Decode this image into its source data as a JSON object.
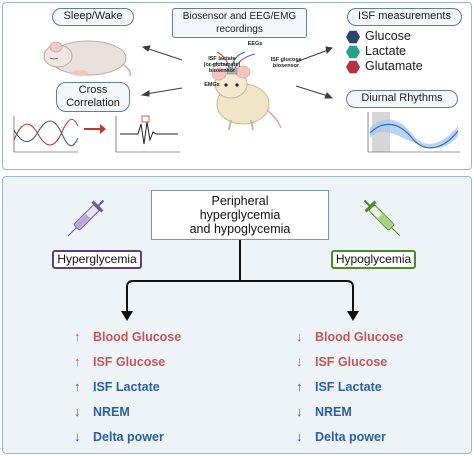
{
  "top": {
    "sleep_wake": "Sleep/Wake",
    "cross_correlation_line1": "Cross",
    "cross_correlation_line2": "Correlation",
    "recordings_line1": "Biosensor and EEG/EMG",
    "recordings_line2": "recordings",
    "isf_measurements": "ISF measurements",
    "diurnal_rhythms": "Diurnal Rhythms",
    "mouse_labels": {
      "eegs": "EEGs",
      "isf_lactate_line1": "ISF lactate",
      "isf_lactate_line2": "(or glutamate)",
      "isf_lactate_line3": "biosensor",
      "isf_glucose_line1": "ISF glucose",
      "isf_glucose_line2": "biosensor",
      "emgs": "EMGs"
    },
    "legend": [
      {
        "label": "Glucose",
        "color": "#2c4470"
      },
      {
        "label": "Lactate",
        "color": "#2aa28a"
      },
      {
        "label": "Glutamate",
        "color": "#b3343f"
      }
    ]
  },
  "bottom": {
    "center_line1": "Peripheral",
    "center_line2": "hyperglycemia",
    "center_line3": "and hypoglycemia",
    "left_label": "Hyperglycemia",
    "right_label": "Hypoglycemia",
    "left_effects": [
      {
        "arrow": "↑",
        "text": "Blood Glucose",
        "color": "red"
      },
      {
        "arrow": "↑",
        "text": "ISF Glucose",
        "color": "red"
      },
      {
        "arrow": "↑",
        "text": "ISF Lactate",
        "color": "blue"
      },
      {
        "arrow": "↓",
        "text": "NREM",
        "color": "blue"
      },
      {
        "arrow": "↓",
        "text": "Delta power",
        "color": "blue"
      }
    ],
    "right_effects": [
      {
        "arrow": "↓",
        "text": "Blood Glucose",
        "color": "red"
      },
      {
        "arrow": "↓",
        "text": "ISF Glucose",
        "color": "red"
      },
      {
        "arrow": "↑",
        "text": "ISF Lactate",
        "color": "blue"
      },
      {
        "arrow": "↓",
        "text": "NREM",
        "color": "blue"
      },
      {
        "arrow": "↓",
        "text": "Delta power",
        "color": "blue"
      }
    ]
  }
}
